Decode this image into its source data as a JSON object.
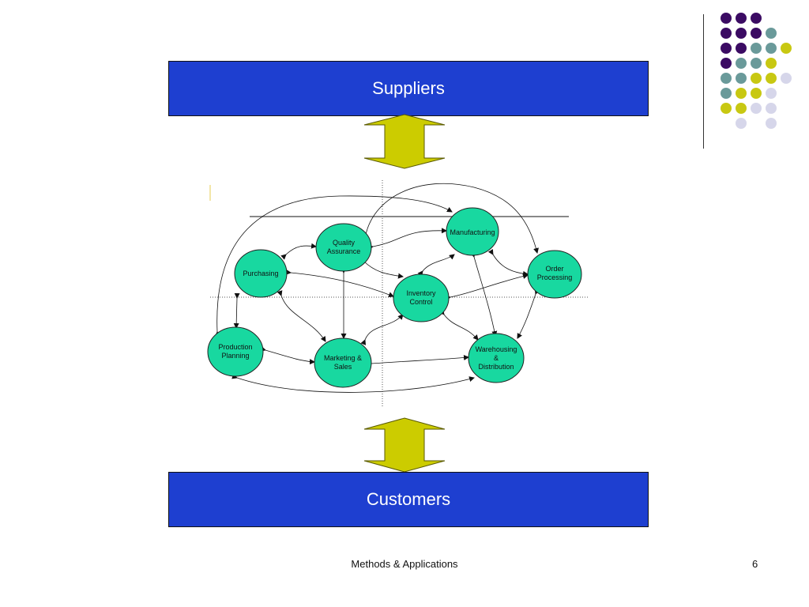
{
  "top_bar": {
    "label": "Suppliers"
  },
  "bottom_bar": {
    "label": "Customers"
  },
  "colors": {
    "bar_fill": "#1e3fd0",
    "node_fill": "#18d8a0",
    "arrow_fill": "#cccc00",
    "dot_purple": "#3b0b63",
    "dot_teal": "#6a9a9a",
    "dot_yellow": "#c8c812",
    "dot_lavender": "#d6d6ea"
  },
  "nodes": [
    {
      "id": "manufacturing",
      "lines": [
        "Manufacturing"
      ]
    },
    {
      "id": "quality",
      "lines": [
        "Quality",
        "Assurance"
      ]
    },
    {
      "id": "purchasing",
      "lines": [
        "Purchasing"
      ]
    },
    {
      "id": "order",
      "lines": [
        "Order",
        "Processing"
      ]
    },
    {
      "id": "inventory",
      "lines": [
        "Inventory",
        "Control"
      ]
    },
    {
      "id": "production",
      "lines": [
        "Production",
        "Planning"
      ]
    },
    {
      "id": "marketing",
      "lines": [
        "Marketing &",
        "Sales"
      ]
    },
    {
      "id": "warehousing",
      "lines": [
        "Warehousing",
        "&",
        "Distribution"
      ]
    }
  ],
  "footer": {
    "title": "Methods & Applications",
    "page": "6"
  }
}
